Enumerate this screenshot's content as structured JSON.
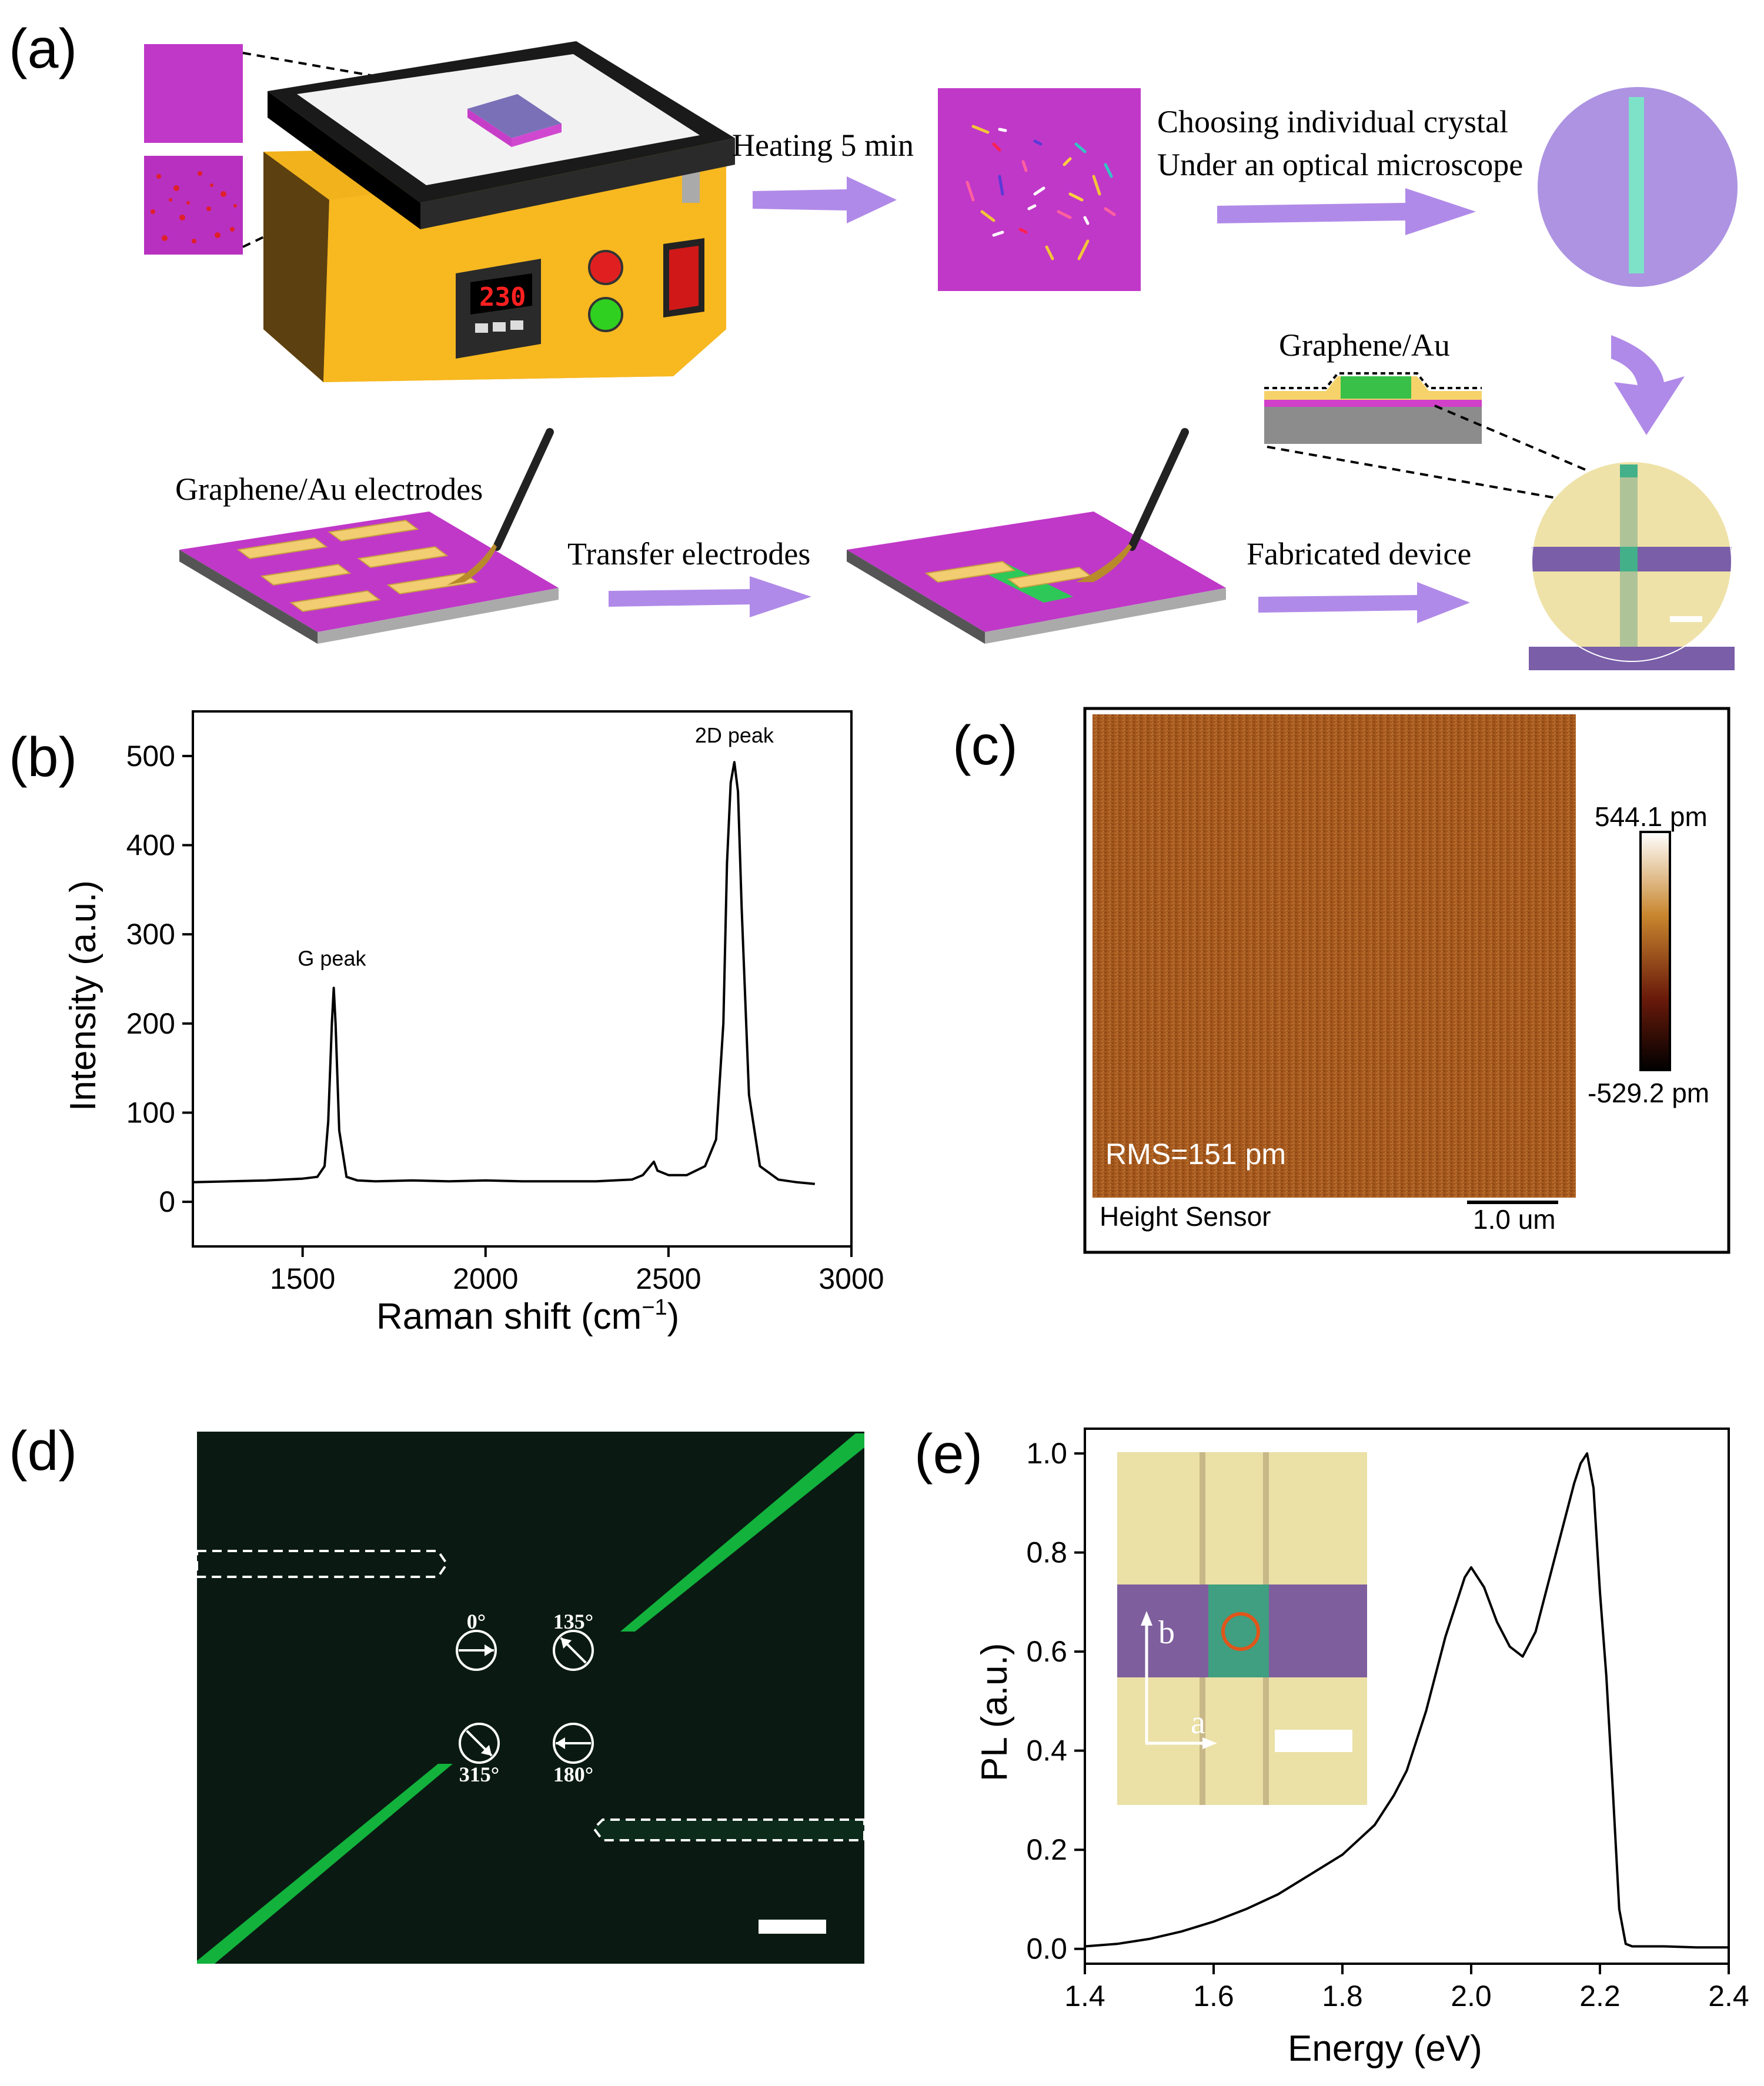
{
  "panels": {
    "a": {
      "label": "(a)",
      "hotplate_display": "230",
      "step1": "Heating 5 min",
      "step2_line1": "Choosing individual crystal",
      "step2_line2": "Under an optical microscope",
      "electrodes_label": "Graphene/Au electrodes",
      "step3": "Transfer electrodes",
      "step4": "Fabricated device",
      "inset_label": "Graphene/Au"
    },
    "b": {
      "label": "(b)"
    },
    "c": {
      "label": "(c)",
      "colorbar_max": "544.1 pm",
      "colorbar_min": "-529.2 pm",
      "rms": "RMS=151 pm",
      "sensor": "Height Sensor",
      "scalebar": "1.0 um"
    },
    "d": {
      "label": "(d)",
      "angles": [
        "0°",
        "135°",
        "315°",
        "180°"
      ]
    },
    "e": {
      "label": "(e)",
      "axis_b": "b",
      "axis_a": "a"
    }
  },
  "chart_data": [
    {
      "type": "line",
      "panel": "b",
      "xlabel": "Raman shift (cm",
      "xlabel_sup": "−1",
      "xlabel_end": ")",
      "ylabel": "Intensity (a.u.)",
      "xlim": [
        1200,
        3000
      ],
      "ylim": [
        -50,
        550
      ],
      "xticks": [
        1500,
        2000,
        2500,
        3000
      ],
      "yticks": [
        0,
        100,
        200,
        300,
        400,
        500
      ],
      "annotations": [
        {
          "text": "G peak",
          "x": 1580,
          "y": 265
        },
        {
          "text": "2D peak",
          "x": 2680,
          "y": 515
        }
      ],
      "series": [
        {
          "x": [
            1200,
            1300,
            1400,
            1500,
            1540,
            1560,
            1570,
            1580,
            1585,
            1590,
            1600,
            1620,
            1650,
            1700,
            1800,
            1900,
            2000,
            2100,
            2200,
            2300,
            2400,
            2430,
            2450,
            2460,
            2470,
            2500,
            2550,
            2600,
            2630,
            2650,
            2660,
            2670,
            2680,
            2690,
            2700,
            2720,
            2750,
            2800,
            2850,
            2900
          ],
          "y": [
            22,
            23,
            24,
            26,
            28,
            40,
            90,
            200,
            240,
            200,
            80,
            28,
            24,
            23,
            24,
            23,
            24,
            23,
            23,
            23,
            25,
            30,
            40,
            45,
            35,
            30,
            30,
            40,
            70,
            200,
            380,
            470,
            493,
            460,
            330,
            120,
            40,
            25,
            22,
            20
          ]
        }
      ]
    },
    {
      "type": "line",
      "panel": "e",
      "xlabel": "Energy (eV)",
      "ylabel": "PL (a.u.)",
      "xlim": [
        1.4,
        2.4
      ],
      "ylim": [
        -0.03,
        1.05
      ],
      "xticks": [
        1.4,
        1.6,
        1.8,
        2.0,
        2.2,
        2.4
      ],
      "yticks": [
        0.0,
        0.2,
        0.4,
        0.6,
        0.8,
        1.0
      ],
      "series": [
        {
          "x": [
            1.4,
            1.45,
            1.5,
            1.55,
            1.6,
            1.65,
            1.7,
            1.75,
            1.8,
            1.85,
            1.88,
            1.9,
            1.93,
            1.96,
            1.99,
            2.0,
            2.02,
            2.04,
            2.06,
            2.08,
            2.1,
            2.12,
            2.14,
            2.16,
            2.17,
            2.18,
            2.19,
            2.2,
            2.21,
            2.22,
            2.23,
            2.24,
            2.25,
            2.3,
            2.35,
            2.4
          ],
          "y": [
            0.005,
            0.01,
            0.02,
            0.035,
            0.055,
            0.08,
            0.11,
            0.15,
            0.19,
            0.25,
            0.31,
            0.36,
            0.48,
            0.63,
            0.75,
            0.77,
            0.73,
            0.66,
            0.61,
            0.59,
            0.64,
            0.74,
            0.84,
            0.94,
            0.98,
            1.0,
            0.93,
            0.72,
            0.55,
            0.32,
            0.08,
            0.01,
            0.005,
            0.005,
            0.003,
            0.003
          ]
        }
      ]
    }
  ]
}
